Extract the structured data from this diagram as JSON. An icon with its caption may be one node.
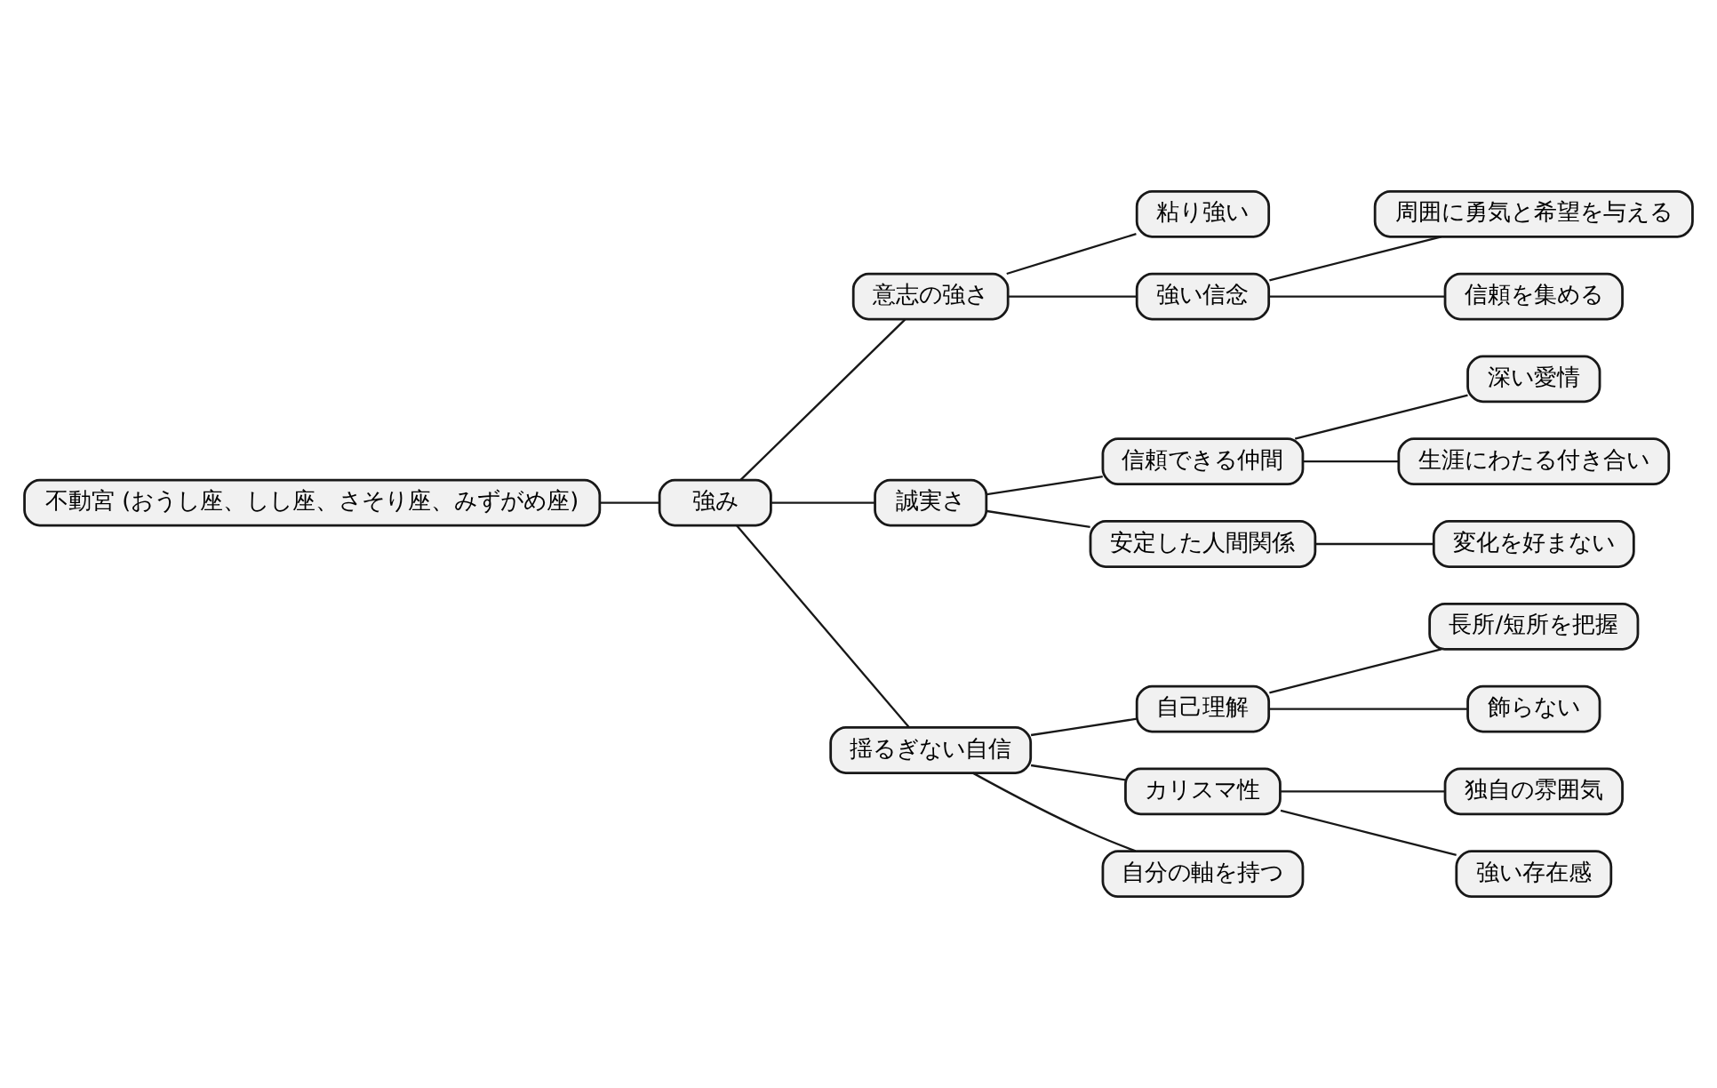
{
  "diagram": {
    "nodes": [
      {
        "text": [
          "不動宮 (おうし座、しし座、さそり座、みずがめ座)"
        ]
      },
      {
        "text": [
          "強み"
        ]
      },
      {
        "text": [
          "意志の強さ"
        ]
      },
      {
        "text": [
          "粘り強い"
        ]
      },
      {
        "text": [
          "強い信念"
        ]
      },
      {
        "text": [
          "周囲に勇気と希望を与える"
        ]
      },
      {
        "text": [
          "信頼を集める"
        ]
      },
      {
        "text": [
          "誠実さ"
        ]
      },
      {
        "text": [
          "信頼できる仲間"
        ]
      },
      {
        "text": [
          "深い愛情"
        ]
      },
      {
        "text": [
          "生涯にわたる付き合い"
        ]
      },
      {
        "text": [
          "安定した人間関係"
        ]
      },
      {
        "text": [
          "変化を好まない"
        ]
      },
      {
        "text": [
          "揺るぎない自信"
        ]
      },
      {
        "text": [
          "自己理解"
        ]
      },
      {
        "text": [
          "長所/短所を把握"
        ]
      },
      {
        "text": [
          "飾らない"
        ]
      },
      {
        "text": [
          "カリスマ性"
        ]
      },
      {
        "text": [
          "独自の雰囲気"
        ]
      },
      {
        "text": [
          "強い存在感"
        ]
      },
      {
        "text": [
          "自分の軸を持つ"
        ]
      }
    ],
    "edges": [
      {
        "from": 0,
        "to": 1,
        "arrow": "none"
      },
      {
        "from": 1,
        "to": 2,
        "arrow": "none"
      },
      {
        "from": 2,
        "to": 3,
        "arrow": "none"
      },
      {
        "from": 2,
        "to": 4,
        "arrow": "none"
      },
      {
        "from": 4,
        "to": 5,
        "arrow": "none"
      },
      {
        "from": 4,
        "to": 6,
        "arrow": "none"
      },
      {
        "from": 1,
        "to": 7,
        "arrow": "none"
      },
      {
        "from": 7,
        "to": 8,
        "arrow": "none"
      },
      {
        "from": 8,
        "to": 9,
        "arrow": "none"
      },
      {
        "from": 8,
        "to": 10,
        "arrow": "none"
      },
      {
        "from": 7,
        "to": 11,
        "arrow": "none"
      },
      {
        "from": 11,
        "to": 12,
        "arrow": "none"
      },
      {
        "from": 1,
        "to": 13,
        "arrow": "none"
      },
      {
        "from": 13,
        "to": 14,
        "arrow": "none"
      },
      {
        "from": 14,
        "to": 15,
        "arrow": "none"
      },
      {
        "from": 14,
        "to": 16,
        "arrow": "none"
      },
      {
        "from": 13,
        "to": 17,
        "arrow": "none"
      },
      {
        "from": 17,
        "to": 18,
        "arrow": "none"
      },
      {
        "from": 17,
        "to": 19,
        "arrow": "none"
      },
      {
        "from": 13,
        "to": 20,
        "arrow": "none"
      }
    ]
  }
}
